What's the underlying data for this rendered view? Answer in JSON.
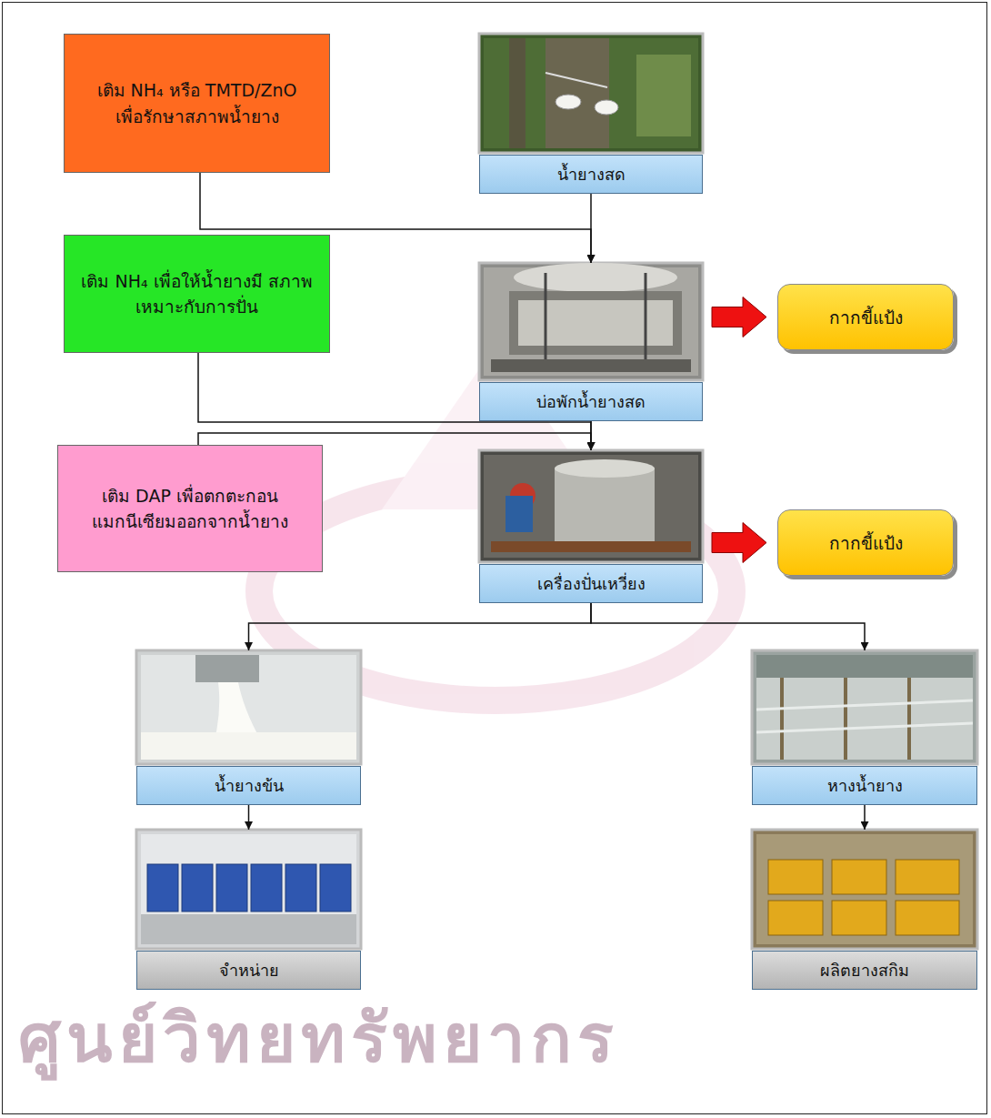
{
  "diagram": {
    "nodes": [
      {
        "text": [
          "เติม NH₄ หรือ TMTD/ZnO เพื่อรักษาสภาพน้ำยาง"
        ]
      },
      {
        "text": [
          "น้ำยางสด"
        ]
      },
      {
        "text": [
          "เติม NH₄ เพื่อให้น้ำยางมี สภาพเหมาะกับการปั่น"
        ]
      },
      {
        "text": [
          "บ่อพักน้ำยางสด"
        ]
      },
      {
        "text": [
          "กากขี้แป้ง"
        ]
      },
      {
        "text": [
          "เติม DAP เพื่อตกตะกอน แมกนีเซียมออกจากน้ำยาง"
        ]
      },
      {
        "text": [
          "เครื่องปั่นเหวี่ยง"
        ]
      },
      {
        "text": [
          "กากขี้แป้ง"
        ]
      },
      {
        "text": [
          "น้ำยางข้น"
        ]
      },
      {
        "text": [
          "หางน้ำยาง"
        ]
      },
      {
        "text": [
          "จำหน่าย"
        ]
      },
      {
        "text": [
          "ผลิตยางสกิม"
        ]
      }
    ],
    "edges": [
      {
        "from": 0,
        "to": 3,
        "arrow": "to"
      },
      {
        "from": 1,
        "to": 3,
        "arrow": "to"
      },
      {
        "from": 3,
        "to": 4,
        "arrow": "to"
      },
      {
        "from": 2,
        "to": 6,
        "arrow": "to"
      },
      {
        "from": 5,
        "to": 6,
        "arrow": "to"
      },
      {
        "from": 3,
        "to": 6,
        "arrow": "to"
      },
      {
        "from": 6,
        "to": 7,
        "arrow": "to"
      },
      {
        "from": 6,
        "to": 8,
        "arrow": "to"
      },
      {
        "from": 6,
        "to": 9,
        "arrow": "to"
      },
      {
        "from": 8,
        "to": 10,
        "arrow": "to"
      },
      {
        "from": 9,
        "to": 11,
        "arrow": "to"
      }
    ],
    "labels": [
      "ศูนย์วิทยทรัพยากร"
    ]
  }
}
